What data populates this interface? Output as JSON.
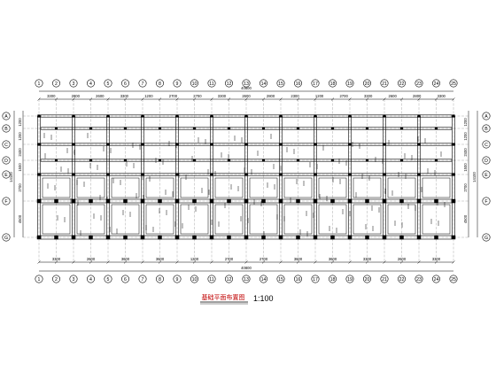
{
  "title": "基础平面布置图",
  "scale": "1:100",
  "axes_top": [
    "1",
    "2",
    "3",
    "4",
    "5",
    "6",
    "7",
    "8",
    "9",
    "10",
    "11",
    "12",
    "13",
    "14",
    "15",
    "16",
    "17",
    "18",
    "19",
    "20",
    "21",
    "22",
    "23",
    "24",
    "25"
  ],
  "axes_bottom": [
    "1",
    "2",
    "3",
    "4",
    "5",
    "6",
    "7",
    "8",
    "9",
    "10",
    "11",
    "12",
    "13",
    "14",
    "15",
    "16",
    "17",
    "18",
    "19",
    "20",
    "21",
    "22",
    "23",
    "24",
    "25"
  ],
  "axes_left": [
    "A",
    "B",
    "C",
    "D",
    "E",
    "F",
    "G"
  ],
  "axes_right": [
    "A",
    "B",
    "C",
    "D",
    "E",
    "F",
    "G"
  ],
  "dims_top": [
    "3300",
    "2800",
    "2600",
    "3300",
    "1200",
    "2700",
    "2700",
    "3300",
    "2600",
    "2800",
    "2300",
    "1200",
    "2700",
    "3300",
    "2600",
    "2800",
    "3300"
  ],
  "dims_bottom": [
    "3300",
    "2600",
    "3600",
    "3600",
    "1200",
    "2700",
    "2700",
    "3600",
    "3600",
    "3300",
    "2600",
    "3300"
  ],
  "overall_top": "40800",
  "overall_bottom": "40800",
  "dims_left": [
    "1200",
    "1200",
    "2400",
    "1500",
    "2700",
    "4500"
  ],
  "dims_right": [
    "1200",
    "1200",
    "2400",
    "1500",
    "2700",
    "4500"
  ],
  "overall_left": "14100",
  "overall_right": "14100"
}
